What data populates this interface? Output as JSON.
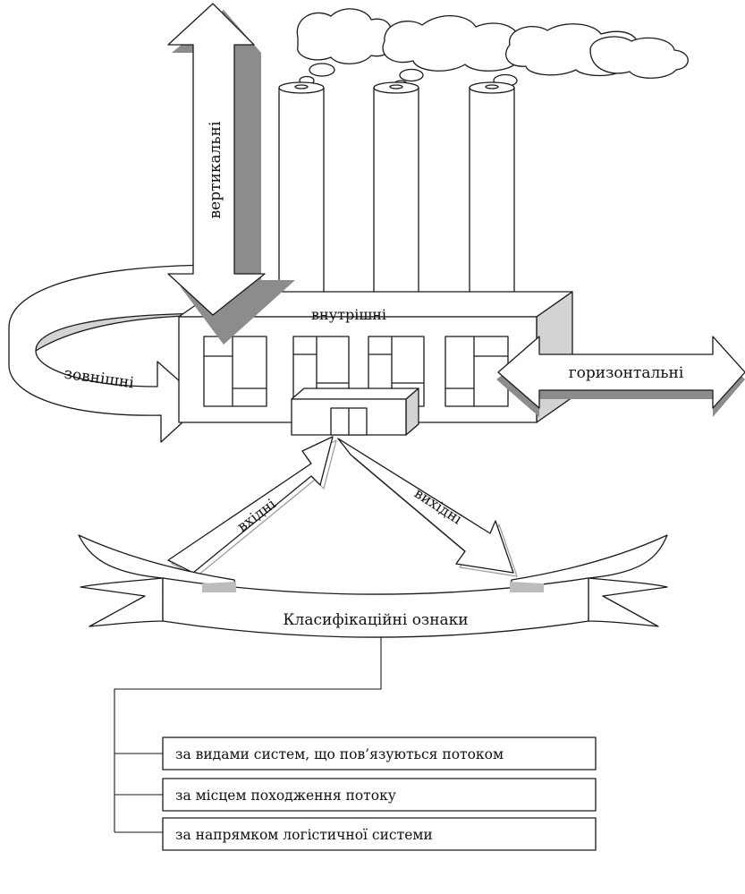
{
  "labels": {
    "vertical": "вертикальні",
    "internal": "внутрішні",
    "external": "зовнішні",
    "horizontal": "горизонтальні",
    "input": "вхідні",
    "output": "вихідні",
    "banner": "Класифікаційні ознаки"
  },
  "criteria": [
    "за видами систем, що пов’язуються потоком",
    "за місцем походження потоку",
    "за напрямком логістичної системи"
  ]
}
